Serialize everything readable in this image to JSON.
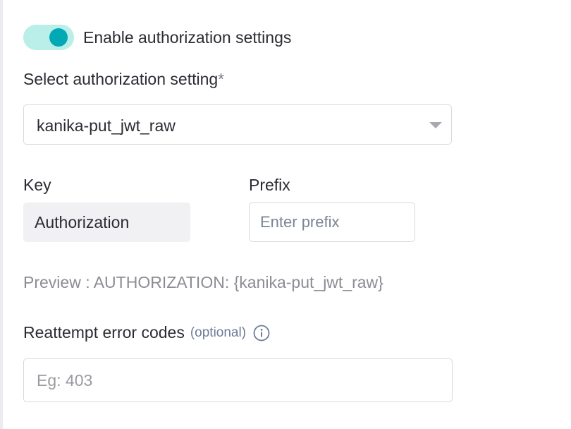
{
  "auth_toggle": {
    "label": "Enable authorization settings",
    "enabled": true,
    "icon": "toggle-switch-icon"
  },
  "auth_setting": {
    "label": "Select authorization setting",
    "required_marker": "*",
    "selected_value": "kanika-put_jwt_raw",
    "icon": "chevron-down-icon"
  },
  "key": {
    "label": "Key",
    "value": "Authorization"
  },
  "prefix": {
    "label": "Prefix",
    "placeholder": "Enter prefix",
    "value": ""
  },
  "preview": {
    "text": "Preview : AUTHORIZATION: {kanika-put_jwt_raw}"
  },
  "reattempt": {
    "label": "Reattempt error codes",
    "optional_tag": "(optional)",
    "info_icon": "info-icon",
    "placeholder": "Eg: 403",
    "value": ""
  },
  "colors": {
    "toggle_track": "#b9efe8",
    "toggle_knob": "#00a9b4",
    "text_primary": "#2b2b33",
    "text_muted": "#8c8c94",
    "optional_text": "#6d7c97",
    "border": "#d9d9de",
    "readonly_bg": "#f1f1f3"
  }
}
